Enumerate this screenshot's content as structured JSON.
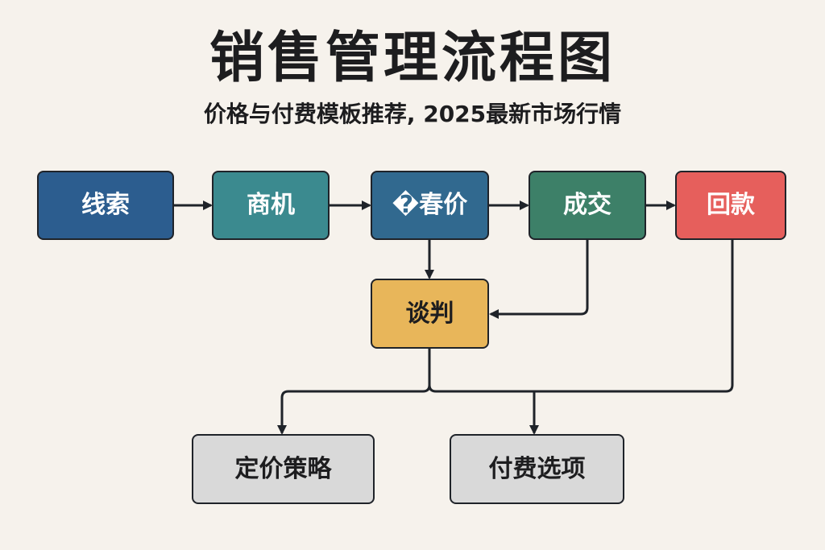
{
  "title": "销售管理流程图",
  "subtitle": "价格与付费模板推荐, 2025最新市场行情",
  "nodes": {
    "lead": {
      "label": "线索",
      "color": "#2c5d8f"
    },
    "opportunity": {
      "label": "商机",
      "color": "#3b8a8f"
    },
    "quote": {
      "label": "�春价",
      "color": "#31698f"
    },
    "deal": {
      "label": "成交",
      "color": "#3d8068"
    },
    "payment": {
      "label": "回款",
      "color": "#e65f5c"
    },
    "negotiation": {
      "label": "谈判",
      "color": "#e8b65a"
    },
    "pricing_strategy": {
      "label": "定价策略",
      "color": "#d9d9d9"
    },
    "payment_options": {
      "label": "付费选项",
      "color": "#d9d9d9"
    }
  },
  "edges": [
    {
      "from": "lead",
      "to": "opportunity"
    },
    {
      "from": "opportunity",
      "to": "quote"
    },
    {
      "from": "quote",
      "to": "deal"
    },
    {
      "from": "deal",
      "to": "payment"
    },
    {
      "from": "quote",
      "to": "negotiation"
    },
    {
      "from": "deal",
      "to": "negotiation"
    },
    {
      "from": "negotiation",
      "to": "pricing_strategy"
    },
    {
      "from": "negotiation",
      "to": "payment_options"
    },
    {
      "from": "payment",
      "to": "payment_options"
    }
  ]
}
